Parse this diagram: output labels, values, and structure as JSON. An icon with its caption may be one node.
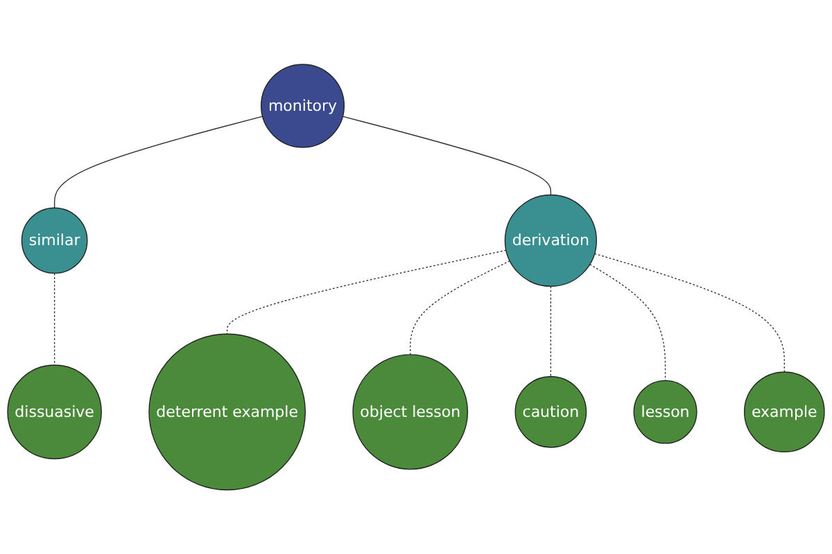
{
  "diagram": {
    "nodes": [
      {
        "text": [
          "dissuasive"
        ]
      },
      {
        "text": [
          "similar"
        ]
      },
      {
        "text": [
          "monitory"
        ]
      },
      {
        "text": [
          "object lesson"
        ]
      },
      {
        "text": [
          "derivation"
        ]
      },
      {
        "text": [
          "deterrent example"
        ]
      },
      {
        "text": [
          "caution"
        ]
      },
      {
        "text": [
          "lesson"
        ]
      },
      {
        "text": [
          "example"
        ]
      }
    ],
    "edges": [
      {
        "from": 2,
        "to": 1,
        "arrow": "none"
      },
      {
        "from": 1,
        "to": 0,
        "arrow": "none",
        "style": "dashed"
      },
      {
        "from": 2,
        "to": 4,
        "arrow": "none"
      },
      {
        "from": 4,
        "to": 5,
        "arrow": "none",
        "style": "dashed"
      },
      {
        "from": 4,
        "to": 3,
        "arrow": "none",
        "style": "dashed"
      },
      {
        "from": 4,
        "to": 6,
        "arrow": "none",
        "style": "dashed"
      },
      {
        "from": 4,
        "to": 7,
        "arrow": "none",
        "style": "dashed"
      },
      {
        "from": 4,
        "to": 8,
        "arrow": "none",
        "style": "dashed"
      }
    ]
  }
}
